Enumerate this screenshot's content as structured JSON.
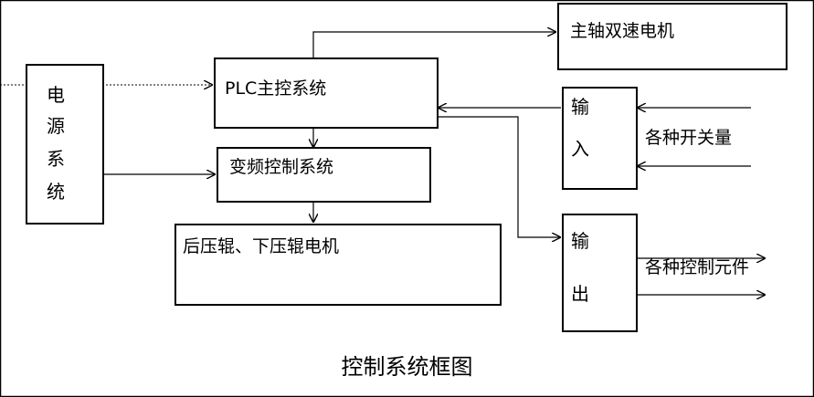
{
  "diagram": {
    "caption": "控制系统框图",
    "nodes": {
      "power": {
        "chars": [
          "电",
          "源",
          "系",
          "统"
        ]
      },
      "plc": {
        "label": "PLC主控系统"
      },
      "vfd": {
        "label": "变频控制系统"
      },
      "rollers": {
        "label": "后压辊、下压辊电机"
      },
      "spindle": {
        "label": "主轴双速电机"
      },
      "input": {
        "chars": [
          "输",
          "入"
        ]
      },
      "output": {
        "chars": [
          "输",
          "出"
        ]
      }
    },
    "side_labels": {
      "switches": "各种开关量",
      "actuators": "各种控制元件"
    },
    "edges": [
      {
        "from": "power",
        "to": "plc",
        "style": "dashed"
      },
      {
        "from": "power",
        "to": "vfd",
        "style": "solid"
      },
      {
        "from": "plc",
        "to": "spindle",
        "style": "solid"
      },
      {
        "from": "plc",
        "to": "vfd",
        "style": "solid"
      },
      {
        "from": "vfd",
        "to": "rollers",
        "style": "solid"
      },
      {
        "from": "input",
        "to": "plc",
        "style": "solid"
      },
      {
        "from": "plc",
        "to": "output",
        "style": "solid"
      }
    ],
    "colors": {
      "line": "#000000",
      "background": "#ffffff"
    }
  }
}
